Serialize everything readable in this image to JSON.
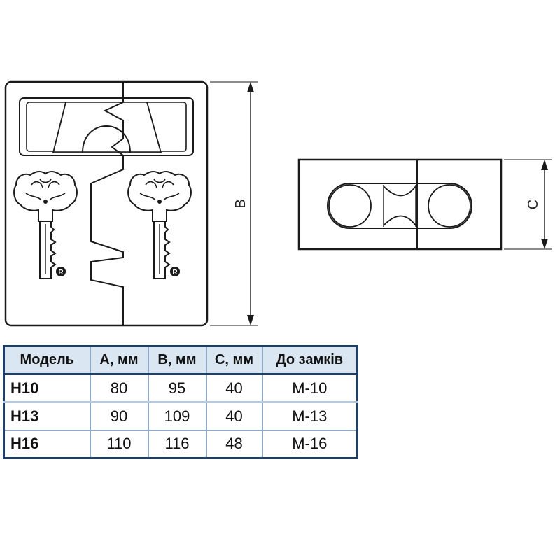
{
  "dimensions": {
    "b_label": "B",
    "c_label": "C"
  },
  "table": {
    "headers": [
      "Модель",
      "A, мм",
      "B, мм",
      "C, мм",
      "До замків"
    ],
    "rows": [
      [
        "H10",
        "80",
        "95",
        "40",
        "M-10"
      ],
      [
        "H13",
        "90",
        "109",
        "40",
        "M-13"
      ],
      [
        "H16",
        "110",
        "116",
        "48",
        "M-16"
      ]
    ]
  },
  "colors": {
    "outline": "#1a1a1a",
    "table_border": "#1f3f66",
    "table_header_bg": "#dbe6f3",
    "table_grid": "#8fa9c7"
  }
}
